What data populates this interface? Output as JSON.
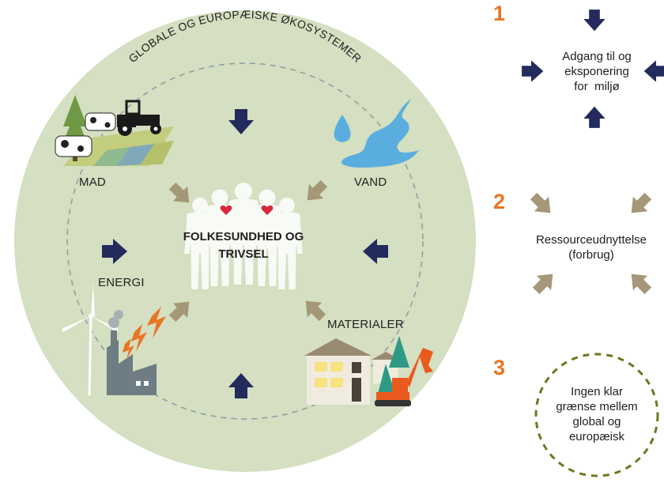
{
  "ring_title": "GLOBALE OG EUROPÆISKE ØKOSYSTEMER",
  "center_title_line1": "FOLKESUNDHED OG",
  "center_title_line2": "TRIVSEL",
  "sectors": {
    "mad": "MAD",
    "vand": "VAND",
    "energi": "ENERGI",
    "materialer": "MATERIALER"
  },
  "legend": [
    {
      "number": "1",
      "lines": [
        "Adgang til og",
        "eksponering",
        "for  miljø"
      ]
    },
    {
      "number": "2",
      "lines": [
        "Ressourceudnyttelse",
        "(forbrug)"
      ]
    },
    {
      "number": "3",
      "lines": [
        "Ingen klar",
        "grænse mellem",
        "global og",
        "europæisk"
      ]
    }
  ],
  "colors": {
    "circle": "#d5dfc1",
    "navy_arrow": "#232a5c",
    "tan_arrow": "#a49878",
    "orange_number": "#ea7524",
    "dashed_border": "#6b7a1f"
  }
}
